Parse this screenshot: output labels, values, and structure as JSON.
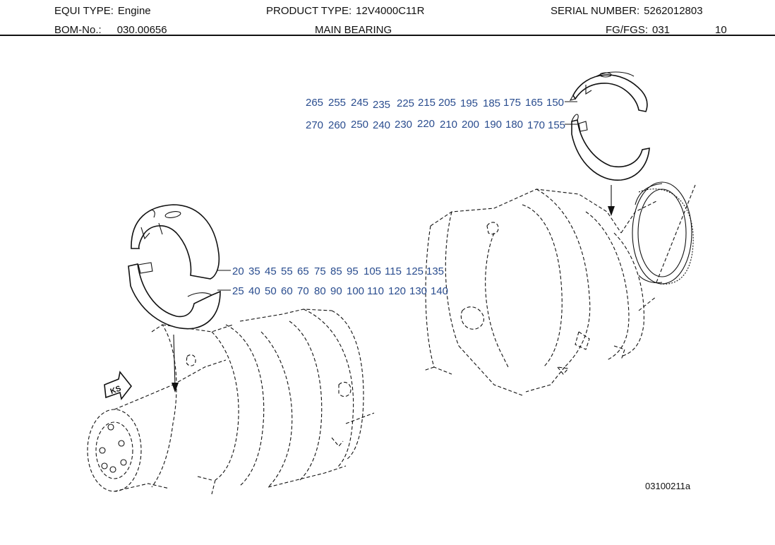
{
  "header": {
    "equi_type_label": "EQUI TYPE:",
    "equi_type_value": "Engine",
    "product_type_label": "PRODUCT TYPE:",
    "product_type_value": "12V4000C11R",
    "serial_number_label": "SERIAL NUMBER:",
    "serial_number_value": "5262012803",
    "bom_label": "BOM-No.:",
    "bom_value": "030.00656",
    "title": "MAIN BEARING",
    "fg_label": "FG/FGS:",
    "fg_value": "031",
    "page_number": "10"
  },
  "diagram": {
    "upper_row_1": [
      "265",
      "255",
      "245",
      "235",
      "225",
      "215",
      "205",
      "195",
      "185",
      "175",
      "165",
      "150"
    ],
    "upper_row_2": [
      "270",
      "260",
      "250",
      "240",
      "230",
      "220",
      "210",
      "200",
      "190",
      "180",
      "170",
      "155"
    ],
    "lower_row_1": [
      "20",
      "35",
      "45",
      "55",
      "65",
      "75",
      "85",
      "95",
      "105",
      "115",
      "125",
      "135"
    ],
    "lower_row_2": [
      "25",
      "40",
      "50",
      "60",
      "70",
      "80",
      "90",
      "100",
      "110",
      "120",
      "130",
      "140"
    ],
    "ks_label": "KS",
    "drawing_ref": "03100211a"
  }
}
